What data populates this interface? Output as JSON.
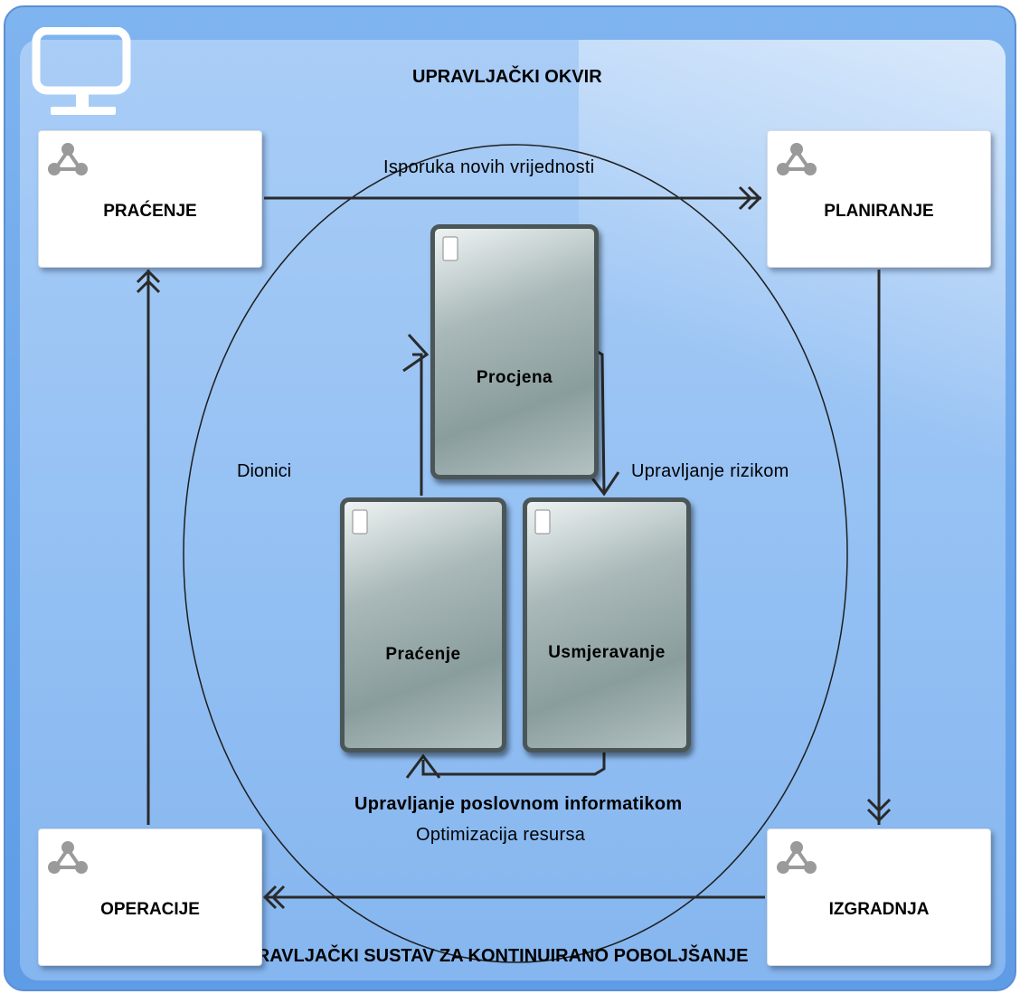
{
  "diagram": {
    "header": "UPRAVLJAČKI OKVIR",
    "footer": "UPRAVLJAČKI SUSTAV ZA KONTINUIRANO POBOLJŠANJE",
    "stages": {
      "pracenje": "PRAĆENJE",
      "planiranje": "PLANIRANJE",
      "izgradnja": "IZGRADNJA",
      "operacije": "OPERACIJE"
    },
    "processes": {
      "procjena": "Procjena",
      "pracenje": "Praćenje",
      "usmjeravanje": "Usmjeravanje"
    },
    "labels": {
      "isporuka": "Isporuka novih vrijednosti",
      "dionici": "Dionici",
      "rizik": "Upravljanje rizikom",
      "poslovna": "Upravljanje poslovnom informatikom",
      "resursi": "Optimizacija resursa"
    },
    "icons": {
      "top_left": "monitor-icon",
      "stage": "stakeholder-triangle-icon",
      "process": "document-icon"
    },
    "colors": {
      "frame_outer": "#6aa5ea",
      "frame_inner": "#a9cdf6",
      "process_border": "#4a5657",
      "line": "#2a2a2a"
    }
  }
}
